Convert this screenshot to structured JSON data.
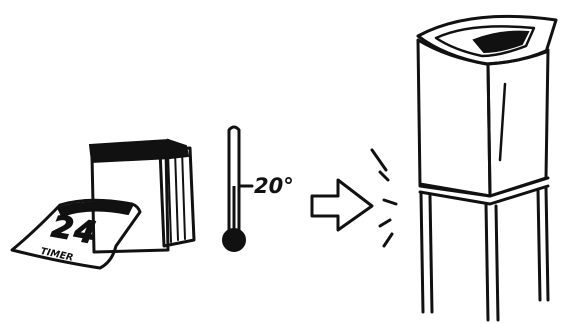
{
  "calendar": {
    "day": "24",
    "caption": "TIMER"
  },
  "thermometer": {
    "reading": "20°"
  },
  "colors": {
    "ink": "#111111",
    "paper": "#ffffff"
  },
  "icons": [
    "calendar-icon",
    "thermometer-icon",
    "arrow-right-icon",
    "impact-burst-icon",
    "bin-icon"
  ]
}
